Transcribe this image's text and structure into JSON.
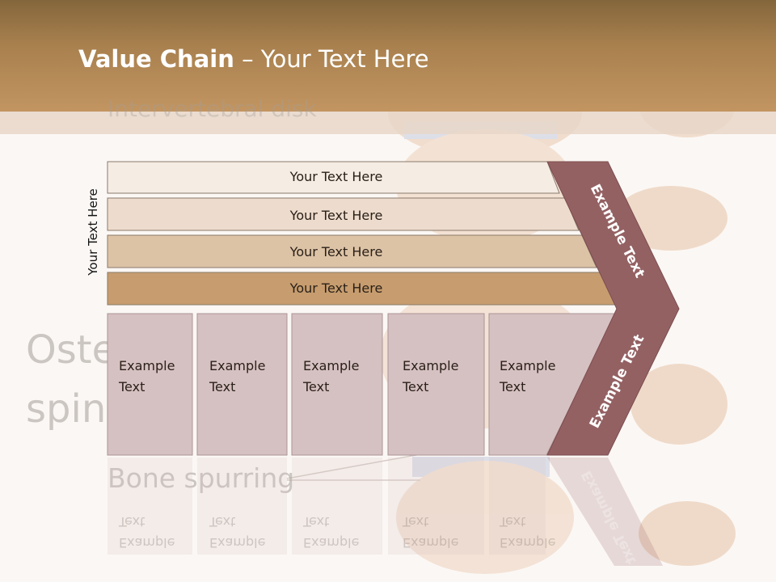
{
  "slide": {
    "title_bold": "Value Chain",
    "title_rest": " – Your Text Here",
    "background_labels": {
      "top": "Intervertebral disk",
      "middle_line1": "Oste",
      "middle_line2": "spin",
      "bottom": "Bone spurring"
    },
    "side_label": "Your Text Here",
    "bars": [
      {
        "label": "Your Text Here",
        "color": "#f5ece4"
      },
      {
        "label": "Your Text Here",
        "color": "#eddccd"
      },
      {
        "label": "Your Text Here",
        "color": "#ddc3a6"
      },
      {
        "label": "Your Text Here",
        "color": "#c79d6f"
      }
    ],
    "columns": [
      {
        "line1": "Example",
        "line2": "Text"
      },
      {
        "line1": "Example",
        "line2": "Text"
      },
      {
        "line1": "Example",
        "line2": "Text"
      },
      {
        "line1": "Example",
        "line2": "Text"
      },
      {
        "line1": "Example",
        "line2": "Text"
      }
    ],
    "arrow": {
      "upper_label": "Example Text",
      "lower_label": "Example Text",
      "color": "#946163"
    },
    "colors": {
      "header": "#a8804e",
      "column_fill": "#d6c1c2",
      "column_border": "#a99495"
    }
  }
}
